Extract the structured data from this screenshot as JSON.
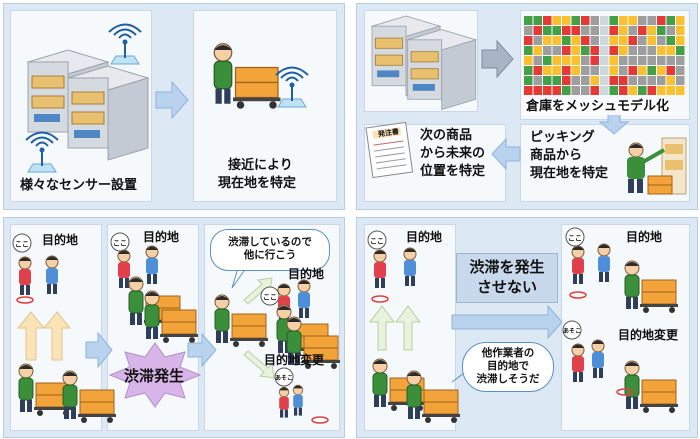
{
  "labels": {
    "sensor_setup": "様々なセンサー設置",
    "locate_1": "接近により",
    "locate_2": "現在地を特定",
    "mesh_model": "倉庫をメッシュモデル化",
    "next_item_1": "次の商品",
    "next_item_2": "から未来の",
    "next_item_3": "位置を特定",
    "picking_1": "ピッキング",
    "picking_2": "商品から",
    "picking_3": "現在地を特定",
    "order_sheet": "発注書",
    "destination": "目的地",
    "here": "ここ",
    "there": "あそこ",
    "congestion": "渋滞発生",
    "bubble_go_elsewhere_1": "渋滞しているので",
    "bubble_go_elsewhere_2": "他に行こう",
    "destination_change": "目的地変更",
    "prevent_1": "渋滞を発生",
    "prevent_2": "させない",
    "bubble_predict_1": "他作業者の",
    "bubble_predict_2": "目的地で",
    "bubble_predict_3": "渋滞しそうだ"
  },
  "colors": {
    "arrow_blue": "#b9d3ee",
    "arrow_peach": "#fbe3b8",
    "worker_green": "#3c8f3a",
    "box_orange": "#f2a33a",
    "quad_bg": "#dce9f5"
  }
}
